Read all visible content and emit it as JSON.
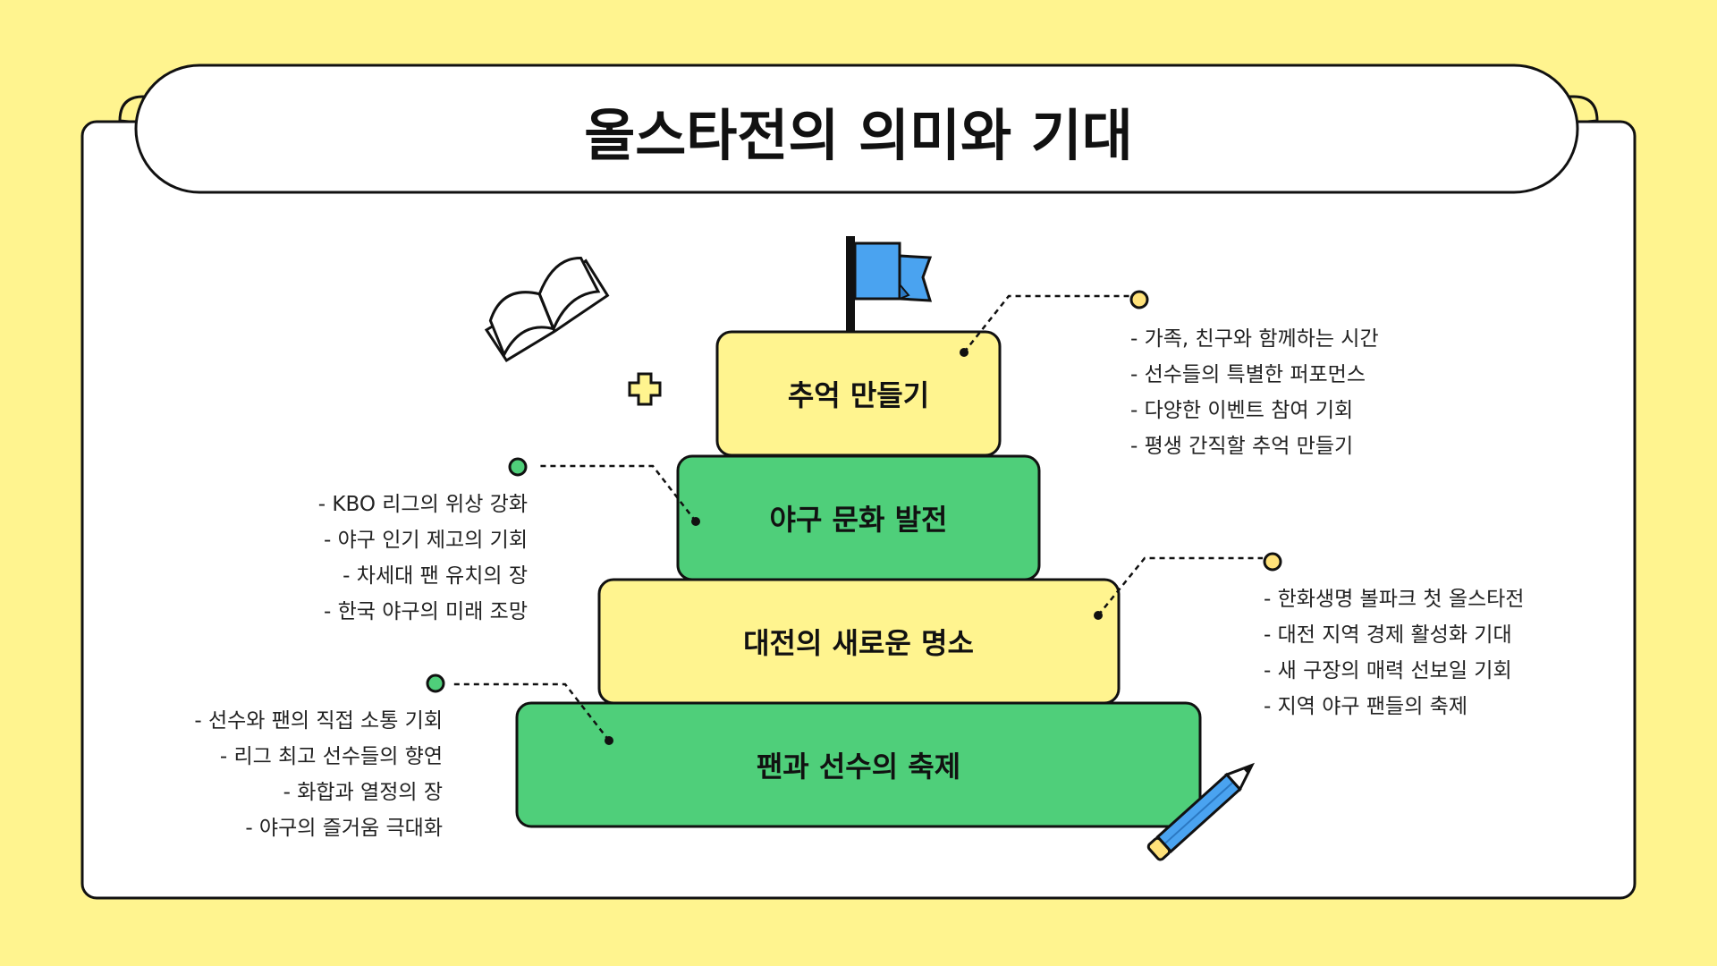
{
  "title": "올스타전의 의미와 기대",
  "colors": {
    "background": "#FFF48F",
    "panel": "#FFFFFF",
    "yellow_tier": "#FFF48F",
    "green_tier": "#4FCF7A",
    "flag": "#4AA3F0",
    "outline": "#111111"
  },
  "tiers": [
    {
      "label": "추억 만들기",
      "color": "yellow"
    },
    {
      "label": "야구 문화 발전",
      "color": "green"
    },
    {
      "label": "대전의 새로운 명소",
      "color": "yellow"
    },
    {
      "label": "팬과 선수의 축제",
      "color": "green"
    }
  ],
  "details": {
    "tier1": [
      "- 가족, 친구와 함께하는 시간",
      "- 선수들의 특별한 퍼포먼스",
      "- 다양한 이벤트 참여 기회",
      "- 평생 간직할 추억 만들기"
    ],
    "tier2": [
      "- KBO 리그의 위상 강화",
      "- 야구 인기 제고의 기회",
      "- 차세대 팬 유치의 장",
      "- 한국 야구의 미래 조망"
    ],
    "tier3": [
      "- 한화생명 볼파크 첫 올스타전",
      "- 대전 지역 경제 활성화 기대",
      "- 새 구장의 매력 선보일 기회",
      "- 지역 야구 팬들의 축제"
    ],
    "tier4": [
      "- 선수와 팬의 직접 소통 기회",
      "- 리그 최고 선수들의 향연",
      "- 화합과 열정의 장",
      "- 야구의 즐거움 극대화"
    ]
  },
  "icons": [
    "flag-icon",
    "open-book-icon",
    "plus-icon",
    "pencil-icon"
  ]
}
